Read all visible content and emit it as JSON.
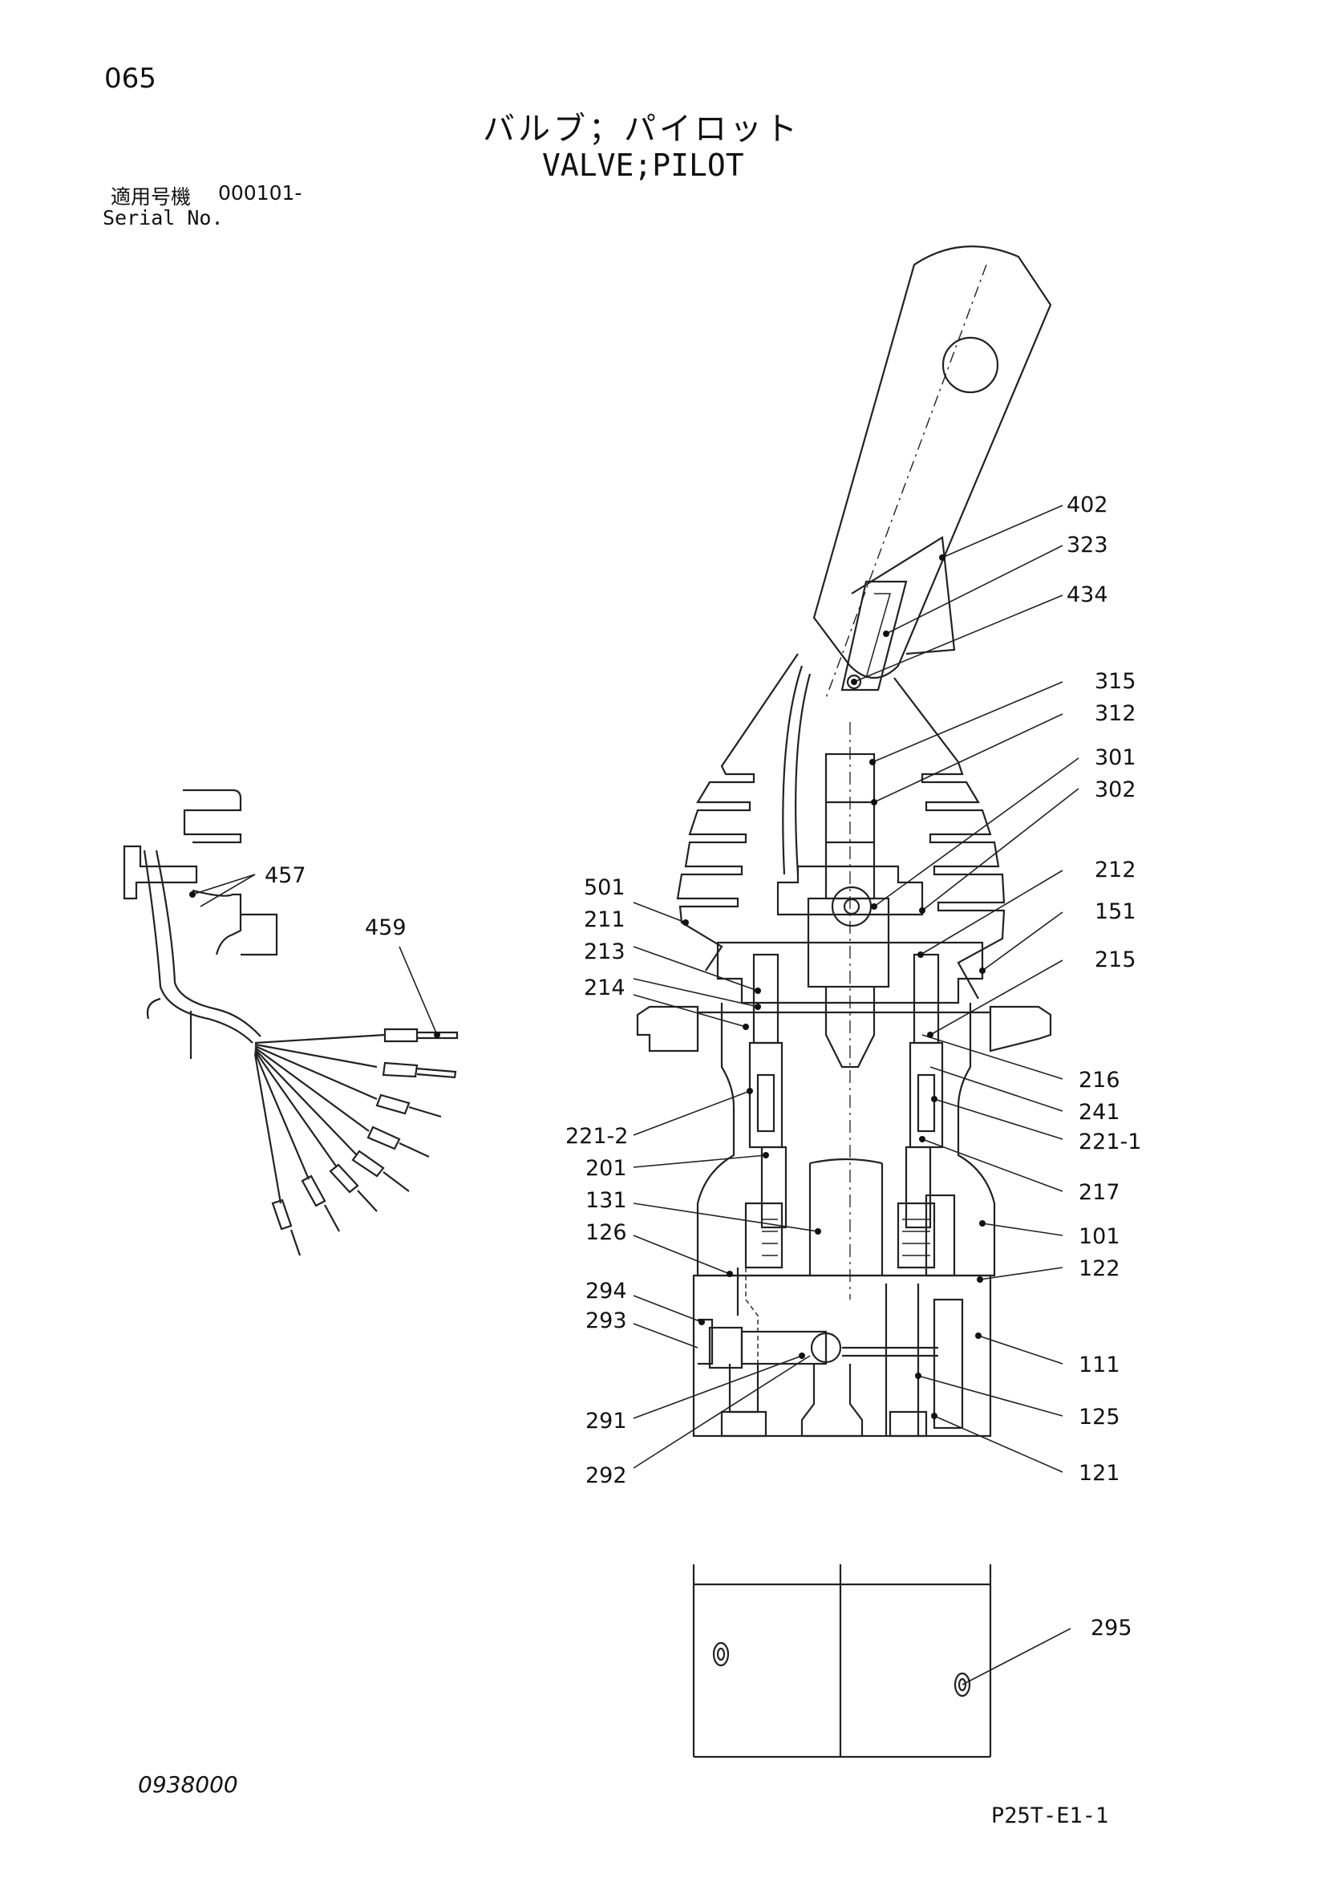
{
  "header": {
    "page_number": "065",
    "title_jp": "バルブ；パイロット",
    "title_en": "VALVE;PILOT",
    "serial_label_jp": "適用号機",
    "serial_value": "000101-",
    "serial_label_en": "Serial No."
  },
  "footer": {
    "drawing_number": "0938000",
    "page_code": "P25T-E1-1"
  },
  "callouts": {
    "c402": "402",
    "c323": "323",
    "c434": "434",
    "c315": "315",
    "c312": "312",
    "c301": "301",
    "c302": "302",
    "c212": "212",
    "c151": "151",
    "c215": "215",
    "c216": "216",
    "c241": "241",
    "c221_1": "221-1",
    "c217": "217",
    "c101": "101",
    "c122": "122",
    "c111": "111",
    "c125": "125",
    "c121": "121",
    "c501": "501",
    "c211": "211",
    "c213": "213",
    "c214": "214",
    "c221_2": "221-2",
    "c201": "201",
    "c131": "131",
    "c126": "126",
    "c294": "294",
    "c293": "293",
    "c291": "291",
    "c292": "292",
    "c457": "457",
    "c459": "459",
    "c295": "295"
  }
}
